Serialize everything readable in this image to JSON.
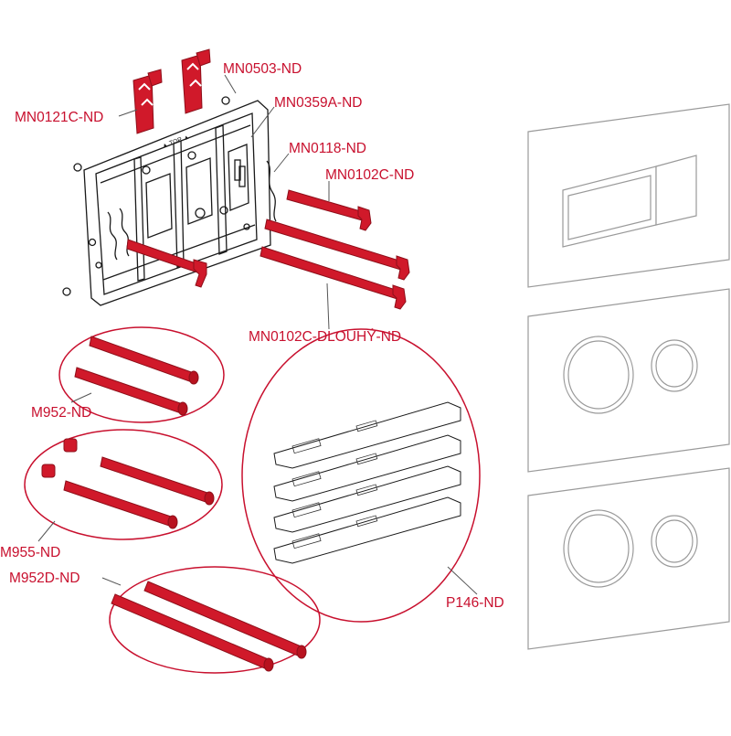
{
  "diagram": {
    "labels": {
      "mn0121c": "MN0121C-ND",
      "mn0503": "MN0503-ND",
      "mn0359a": "MN0359A-ND",
      "mn0118": "MN0118-ND",
      "mn0102c": "MN0102C-ND",
      "mn0102c_long": "MN0102C-DLOUHÝ-ND",
      "m952": "M952-ND",
      "m955": "M955-ND",
      "m952d": "M952D-ND",
      "p146": "P146-ND"
    },
    "colors": {
      "part": "#d0192a",
      "part_dark": "#8e0f1a",
      "label": "#c8102e",
      "outline": "#1a1a1a",
      "plate": "#9a9a9a"
    }
  }
}
